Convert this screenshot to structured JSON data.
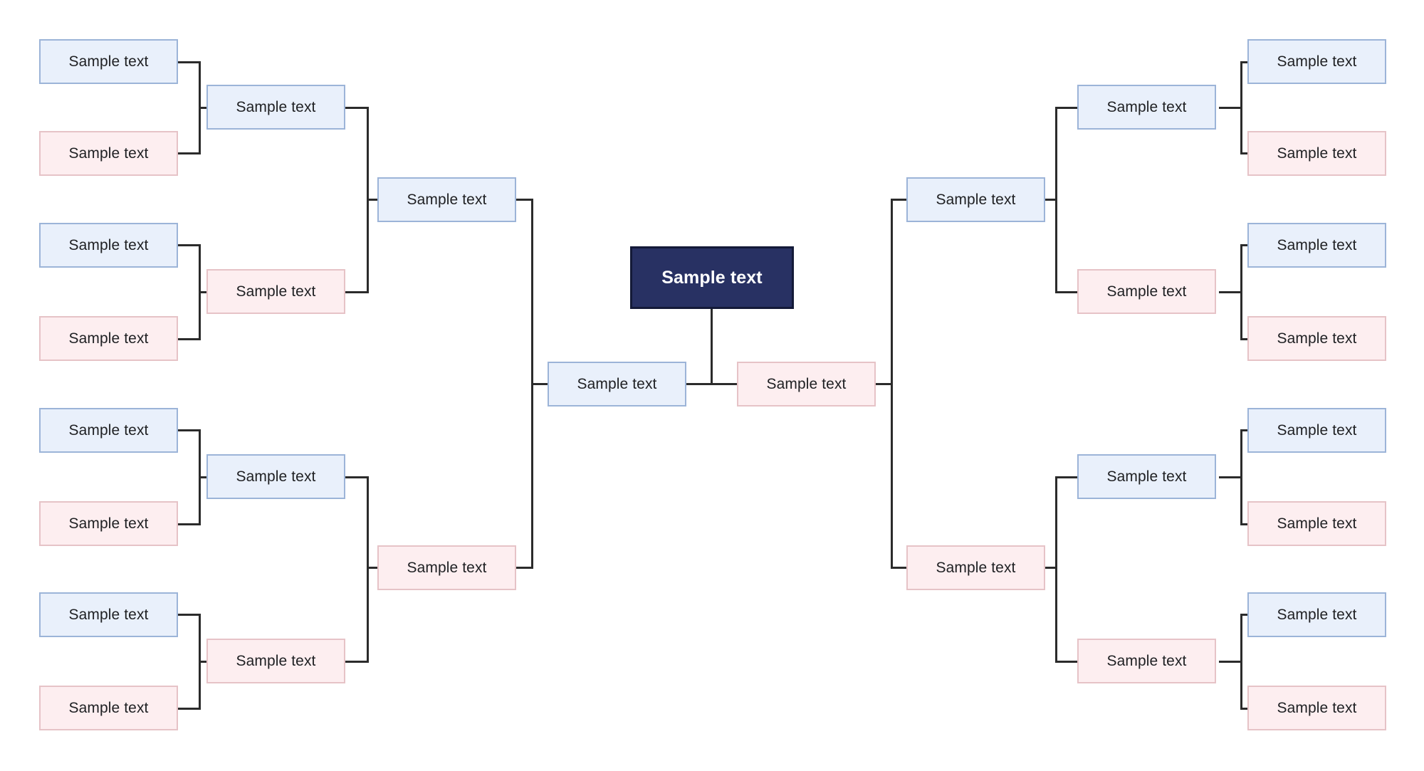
{
  "diagram": {
    "type": "symmetric-tree-mindmap",
    "title": "Sample text",
    "background_color": "#ffffff",
    "connector_color": "#2b2b2b",
    "palette": {
      "root_fill": "#283163",
      "root_border": "#141a38",
      "root_text": "#ffffff",
      "blue_fill": "#e9f0fb",
      "blue_border": "#9cb4d8",
      "pink_fill": "#fdeef0",
      "pink_border": "#e6c3c7",
      "node_text": "#202124"
    },
    "root": {
      "label": "Sample text",
      "color": "root"
    },
    "center_pair": [
      {
        "label": "Sample text",
        "color": "blue",
        "side": "left"
      },
      {
        "label": "Sample text",
        "color": "pink",
        "side": "right"
      }
    ],
    "left": {
      "branch_nodes": [
        {
          "label": "Sample text",
          "color": "blue"
        },
        {
          "label": "Sample text",
          "color": "pink"
        }
      ],
      "sub_nodes": [
        {
          "label": "Sample text",
          "color": "blue"
        },
        {
          "label": "Sample text",
          "color": "pink"
        },
        {
          "label": "Sample text",
          "color": "blue"
        },
        {
          "label": "Sample text",
          "color": "pink"
        }
      ],
      "leaf_nodes": [
        {
          "label": "Sample text",
          "color": "blue"
        },
        {
          "label": "Sample text",
          "color": "pink"
        },
        {
          "label": "Sample text",
          "color": "blue"
        },
        {
          "label": "Sample text",
          "color": "pink"
        },
        {
          "label": "Sample text",
          "color": "blue"
        },
        {
          "label": "Sample text",
          "color": "pink"
        },
        {
          "label": "Sample text",
          "color": "blue"
        },
        {
          "label": "Sample text",
          "color": "pink"
        }
      ]
    },
    "right": {
      "branch_nodes": [
        {
          "label": "Sample text",
          "color": "blue"
        },
        {
          "label": "Sample text",
          "color": "pink"
        }
      ],
      "sub_nodes": [
        {
          "label": "Sample text",
          "color": "blue"
        },
        {
          "label": "Sample text",
          "color": "pink"
        },
        {
          "label": "Sample text",
          "color": "blue"
        },
        {
          "label": "Sample text",
          "color": "pink"
        }
      ],
      "leaf_nodes": [
        {
          "label": "Sample text",
          "color": "blue"
        },
        {
          "label": "Sample text",
          "color": "pink"
        },
        {
          "label": "Sample text",
          "color": "blue"
        },
        {
          "label": "Sample text",
          "color": "pink"
        },
        {
          "label": "Sample text",
          "color": "blue"
        },
        {
          "label": "Sample text",
          "color": "pink"
        },
        {
          "label": "Sample text",
          "color": "blue"
        },
        {
          "label": "Sample text",
          "color": "pink"
        }
      ]
    }
  }
}
